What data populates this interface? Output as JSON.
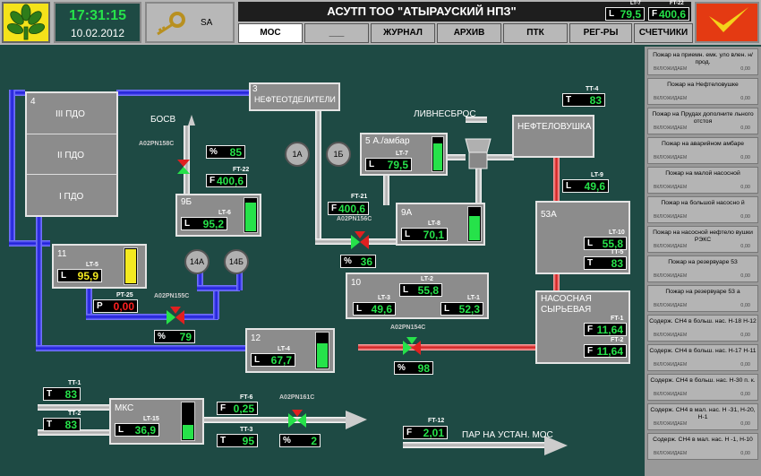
{
  "header": {
    "time": "17:31:15",
    "date": "10.02.2012",
    "user": "SA",
    "title": "АСУТП ТОО \"АТЫРАУСКИЙ НПЗ\"",
    "hdr_inds": [
      {
        "tag": "LT-7",
        "p": "L",
        "v": "79,5"
      },
      {
        "tag": "FT-22",
        "p": "F",
        "v": "400,6"
      }
    ]
  },
  "tabs": [
    "МОС",
    "___",
    "ЖУРНАЛ",
    "АРХИВ",
    "ПТК",
    "РЕГ-РЫ",
    "СЧЕТЧИКИ"
  ],
  "alarms": [
    {
      "l": "Пожар на приемн. емк. уло влен. н/прод.",
      "s": "ВКЛ/ОЖИДАЕМ",
      "v": "0,00"
    },
    {
      "l": "Пожар на Нефтеловушке",
      "s": "ВКЛ/ОЖИДАЕМ",
      "v": "0,00"
    },
    {
      "l": "Пожар на Прудах дополните льного отстоя",
      "s": "ВКЛ/ОЖИДАЕМ",
      "v": "0,00"
    },
    {
      "l": "Пожар на аварийном амбаре",
      "s": "ВКЛ/ОЖИДАЕМ",
      "v": "0,00"
    },
    {
      "l": "Пожар на малой насосной",
      "s": "ВКЛ/ОЖИДАЕМ",
      "v": "0,00"
    },
    {
      "l": "Пожар на большой насосно й",
      "s": "ВКЛ/ОЖИДАЕМ",
      "v": "0,00"
    },
    {
      "l": "Пожар на насосной нефтело вушки РЭКС",
      "s": "ВКЛ/ОЖИДАЕМ",
      "v": "0,00"
    },
    {
      "l": "Пожар на резервуаре 53",
      "s": "ВКЛ/ОЖИДАЕМ",
      "v": "0,00"
    },
    {
      "l": "Пожар на резервуаре 53 а",
      "s": "ВКЛ/ОЖИДАЕМ",
      "v": "0,00"
    },
    {
      "l": "Содерж. CH4 в больш. нас. Н-18 Н-12",
      "s": "ВКЛ/ОЖИДАЕМ",
      "v": "0,00"
    },
    {
      "l": "Содерж. CH4 в больш. нас. Н-17 Н-11",
      "s": "ВКЛ/ОЖИДАЕМ",
      "v": "0,00"
    },
    {
      "l": "Содерж. CH4 в больш. нас. Н-30 п. к.",
      "s": "ВКЛ/ОЖИДАЕМ",
      "v": "0,00"
    },
    {
      "l": "Содерж. CH4 в мал. нас. Н -31, Н-20, Н-1",
      "s": "ВКЛ/ОЖИДАЕМ",
      "v": "0,00"
    },
    {
      "l": "Содерж. CH4 в мал. нас. Н -1, Н-10",
      "s": "ВКЛ/ОЖИДАЕМ",
      "v": "0,00"
    }
  ],
  "labels": {
    "pdo3": "III ПДО",
    "pdo2": "II ПДО",
    "pdo1": "I ПДО",
    "t4": "4",
    "t3": "3",
    "sep": "НЕФТЕОТДЕЛИТЕЛИ",
    "bosv": "БОСВ",
    "v158": "A02PN158C",
    "t9b": "9Б",
    "p14a": "14А",
    "p14b": "14Б",
    "p1a": "1А",
    "p1b": "1Б",
    "t5a": "5 А./амбар",
    "liv": "ЛИВНЕСБРОС",
    "neft": "НЕФТЕЛОВУШКА",
    "t9a": "9А",
    "v156": "A02PN156C",
    "t11": "11",
    "v155": "A02PN155C",
    "t10": "10",
    "t53a": "53А",
    "nas": "НАСОСНАЯ",
    "nas2": "СЫРЬЕВАЯ",
    "t12": "12",
    "v154": "A02PN154C",
    "mks": "МКС",
    "v161": "A02PN161C",
    "par": "ПАР НА УСТАН. МОС"
  },
  "inds": [
    {
      "tag": "",
      "p": "%",
      "v": "85"
    },
    {
      "tag": "FT-22",
      "p": "F",
      "v": "400,6"
    },
    {
      "tag": "LT-6",
      "p": "L",
      "v": "95,2"
    },
    {
      "tag": "LT-7",
      "p": "L",
      "v": "79,5"
    },
    {
      "tag": "FT-21",
      "p": "F",
      "v": "400,6"
    },
    {
      "tag": "LT-8",
      "p": "L",
      "v": "70,1"
    },
    {
      "tag": "",
      "p": "%",
      "v": "36"
    },
    {
      "tag": "TT-4",
      "p": "T",
      "v": "83"
    },
    {
      "tag": "LT-9",
      "p": "L",
      "v": "49,6"
    },
    {
      "tag": "LT-10",
      "p": "L",
      "v": "55,8"
    },
    {
      "tag": "TT-5",
      "p": "T",
      "v": "83"
    },
    {
      "tag": "LT-5",
      "p": "L",
      "v": "95,9"
    },
    {
      "tag": "PT-25",
      "p": "P",
      "v": "0,00"
    },
    {
      "tag": "",
      "p": "%",
      "v": "79"
    },
    {
      "tag": "LT-2",
      "p": "L",
      "v": "55,8"
    },
    {
      "tag": "LT-3",
      "p": "L",
      "v": "49,6"
    },
    {
      "tag": "LT-1",
      "p": "L",
      "v": "52,3"
    },
    {
      "tag": "FT-1",
      "p": "F",
      "v": "11,64"
    },
    {
      "tag": "FT-2",
      "p": "F",
      "v": "11,64"
    },
    {
      "tag": "LT-4",
      "p": "L",
      "v": "67,7"
    },
    {
      "tag": "",
      "p": "%",
      "v": "98"
    },
    {
      "tag": "TT-1",
      "p": "T",
      "v": "83"
    },
    {
      "tag": "TT-2",
      "p": "T",
      "v": "83"
    },
    {
      "tag": "LT-15",
      "p": "L",
      "v": "36,9"
    },
    {
      "tag": "FT-6",
      "p": "F",
      "v": "0,25"
    },
    {
      "tag": "TT-3",
      "p": "T",
      "v": "95"
    },
    {
      "tag": "",
      "p": "%",
      "v": "2"
    },
    {
      "tag": "FT-12",
      "p": "F",
      "v": "2,01"
    }
  ],
  "levels": {
    "t9b": 0.85,
    "t5a": 0.8,
    "t9a": 0.7,
    "t11": 0.95,
    "t12": 0.68,
    "mks": 0.37
  }
}
